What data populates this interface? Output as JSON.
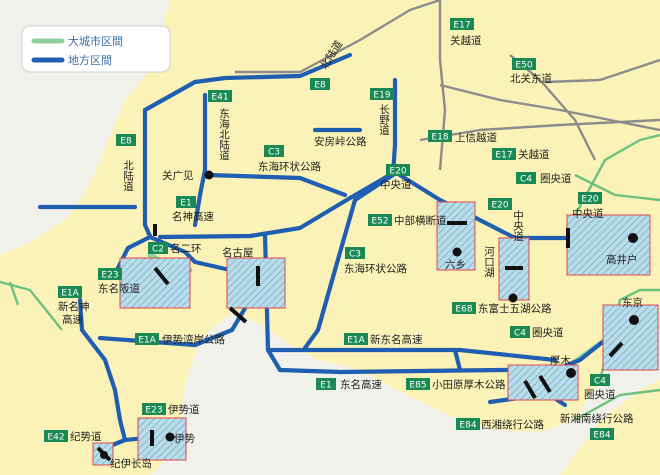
{
  "legend": [
    {
      "text": "大城市区間",
      "color": "#8fd19a"
    },
    {
      "text": "地方区間",
      "color": "#1f5eb0"
    }
  ],
  "colors": {
    "land": "#faf2b6",
    "background": "#f1f1ec",
    "local_route": "#1f5eb0",
    "urban_route": "#8fd19a",
    "other_route": "#8c8c8c",
    "route_green": "#6ec17f",
    "code_badge": "#1a8a55",
    "zone_fill": "#b9dcea",
    "zone_border": "#e0484d"
  },
  "icons": {
    "city": "city-dot",
    "junction": "junction-bar",
    "zone": "hatched-area"
  },
  "codes": {
    "e1a_ise": "E1A",
    "e1a_new": "E1A",
    "e1a_shin": "E1A",
    "e23_higashi": "E23",
    "e23_ise": "E23",
    "e42": "E42",
    "c2": "C2",
    "e41": "E41",
    "e8_west": "E8",
    "e8_north": "E8",
    "e1_meishin": "E1",
    "e1_tomei": "E1",
    "c3_west": "C3",
    "c3_center": "C3",
    "e19": "E19",
    "e20_mid": "E20",
    "e20_east": "E20",
    "e20_chuo": "E20",
    "e52": "E52",
    "e68": "E68",
    "e84_n": "E84",
    "e84_s": "E84",
    "e85": "E85",
    "c4_n": "C4",
    "c4_mid": "C4",
    "c4_s": "C4",
    "e18": "E18",
    "e17_n": "E17",
    "e17_s": "E17",
    "e50": "E50"
  },
  "labels": {
    "meishin": "名神高速",
    "nigo": "名二环",
    "higashi_meihan": "东名阪道",
    "shin_meishin_1": "新名神",
    "shin_meishin_2": "高速",
    "ise_wangan": "伊势湾岸公路",
    "kisei": "纪势道",
    "kii_nagashima": "纪伊长岛",
    "ise_do": "伊势道",
    "ise": "伊势",
    "nagoya": "名古屋",
    "seki": "关广见",
    "tokai_hokuriku": "东海北陆道",
    "hokuriku_west": "北陆道",
    "hokuriku_north": "北陆道",
    "tokai_kanjo_1": "东海环状公路",
    "tokai_kanjo_2": "东海环状公路",
    "anbo": "安房峠公路",
    "nagano": "长野道",
    "chuo_mid": "中央道",
    "chubu_odan": "中部横断道",
    "rokugo": "六乡",
    "chuo_v": "中央道",
    "kawaguchiko": "河口湖",
    "higashi_fuji": "东富士五湖公路",
    "ken_o_mid": "圈央道",
    "shin_tomei": "新东名高速",
    "tomei": "东名高速",
    "odawara": "小田原厚木公路",
    "atsugi": "厚木",
    "ken_o_s": "圈央道",
    "shonan": "新湘南绕行公路",
    "seisho": "西湘绕行公路",
    "tokyo": "东京",
    "takaido": "高井户",
    "chuo_e": "中央道",
    "ken_o_n": "圈央道",
    "kan_etsu_e17n": "关越道",
    "kan_etsu_e17s": "关越道",
    "joshinetsu": "上信越道",
    "kita_kanto": "北关东道"
  }
}
